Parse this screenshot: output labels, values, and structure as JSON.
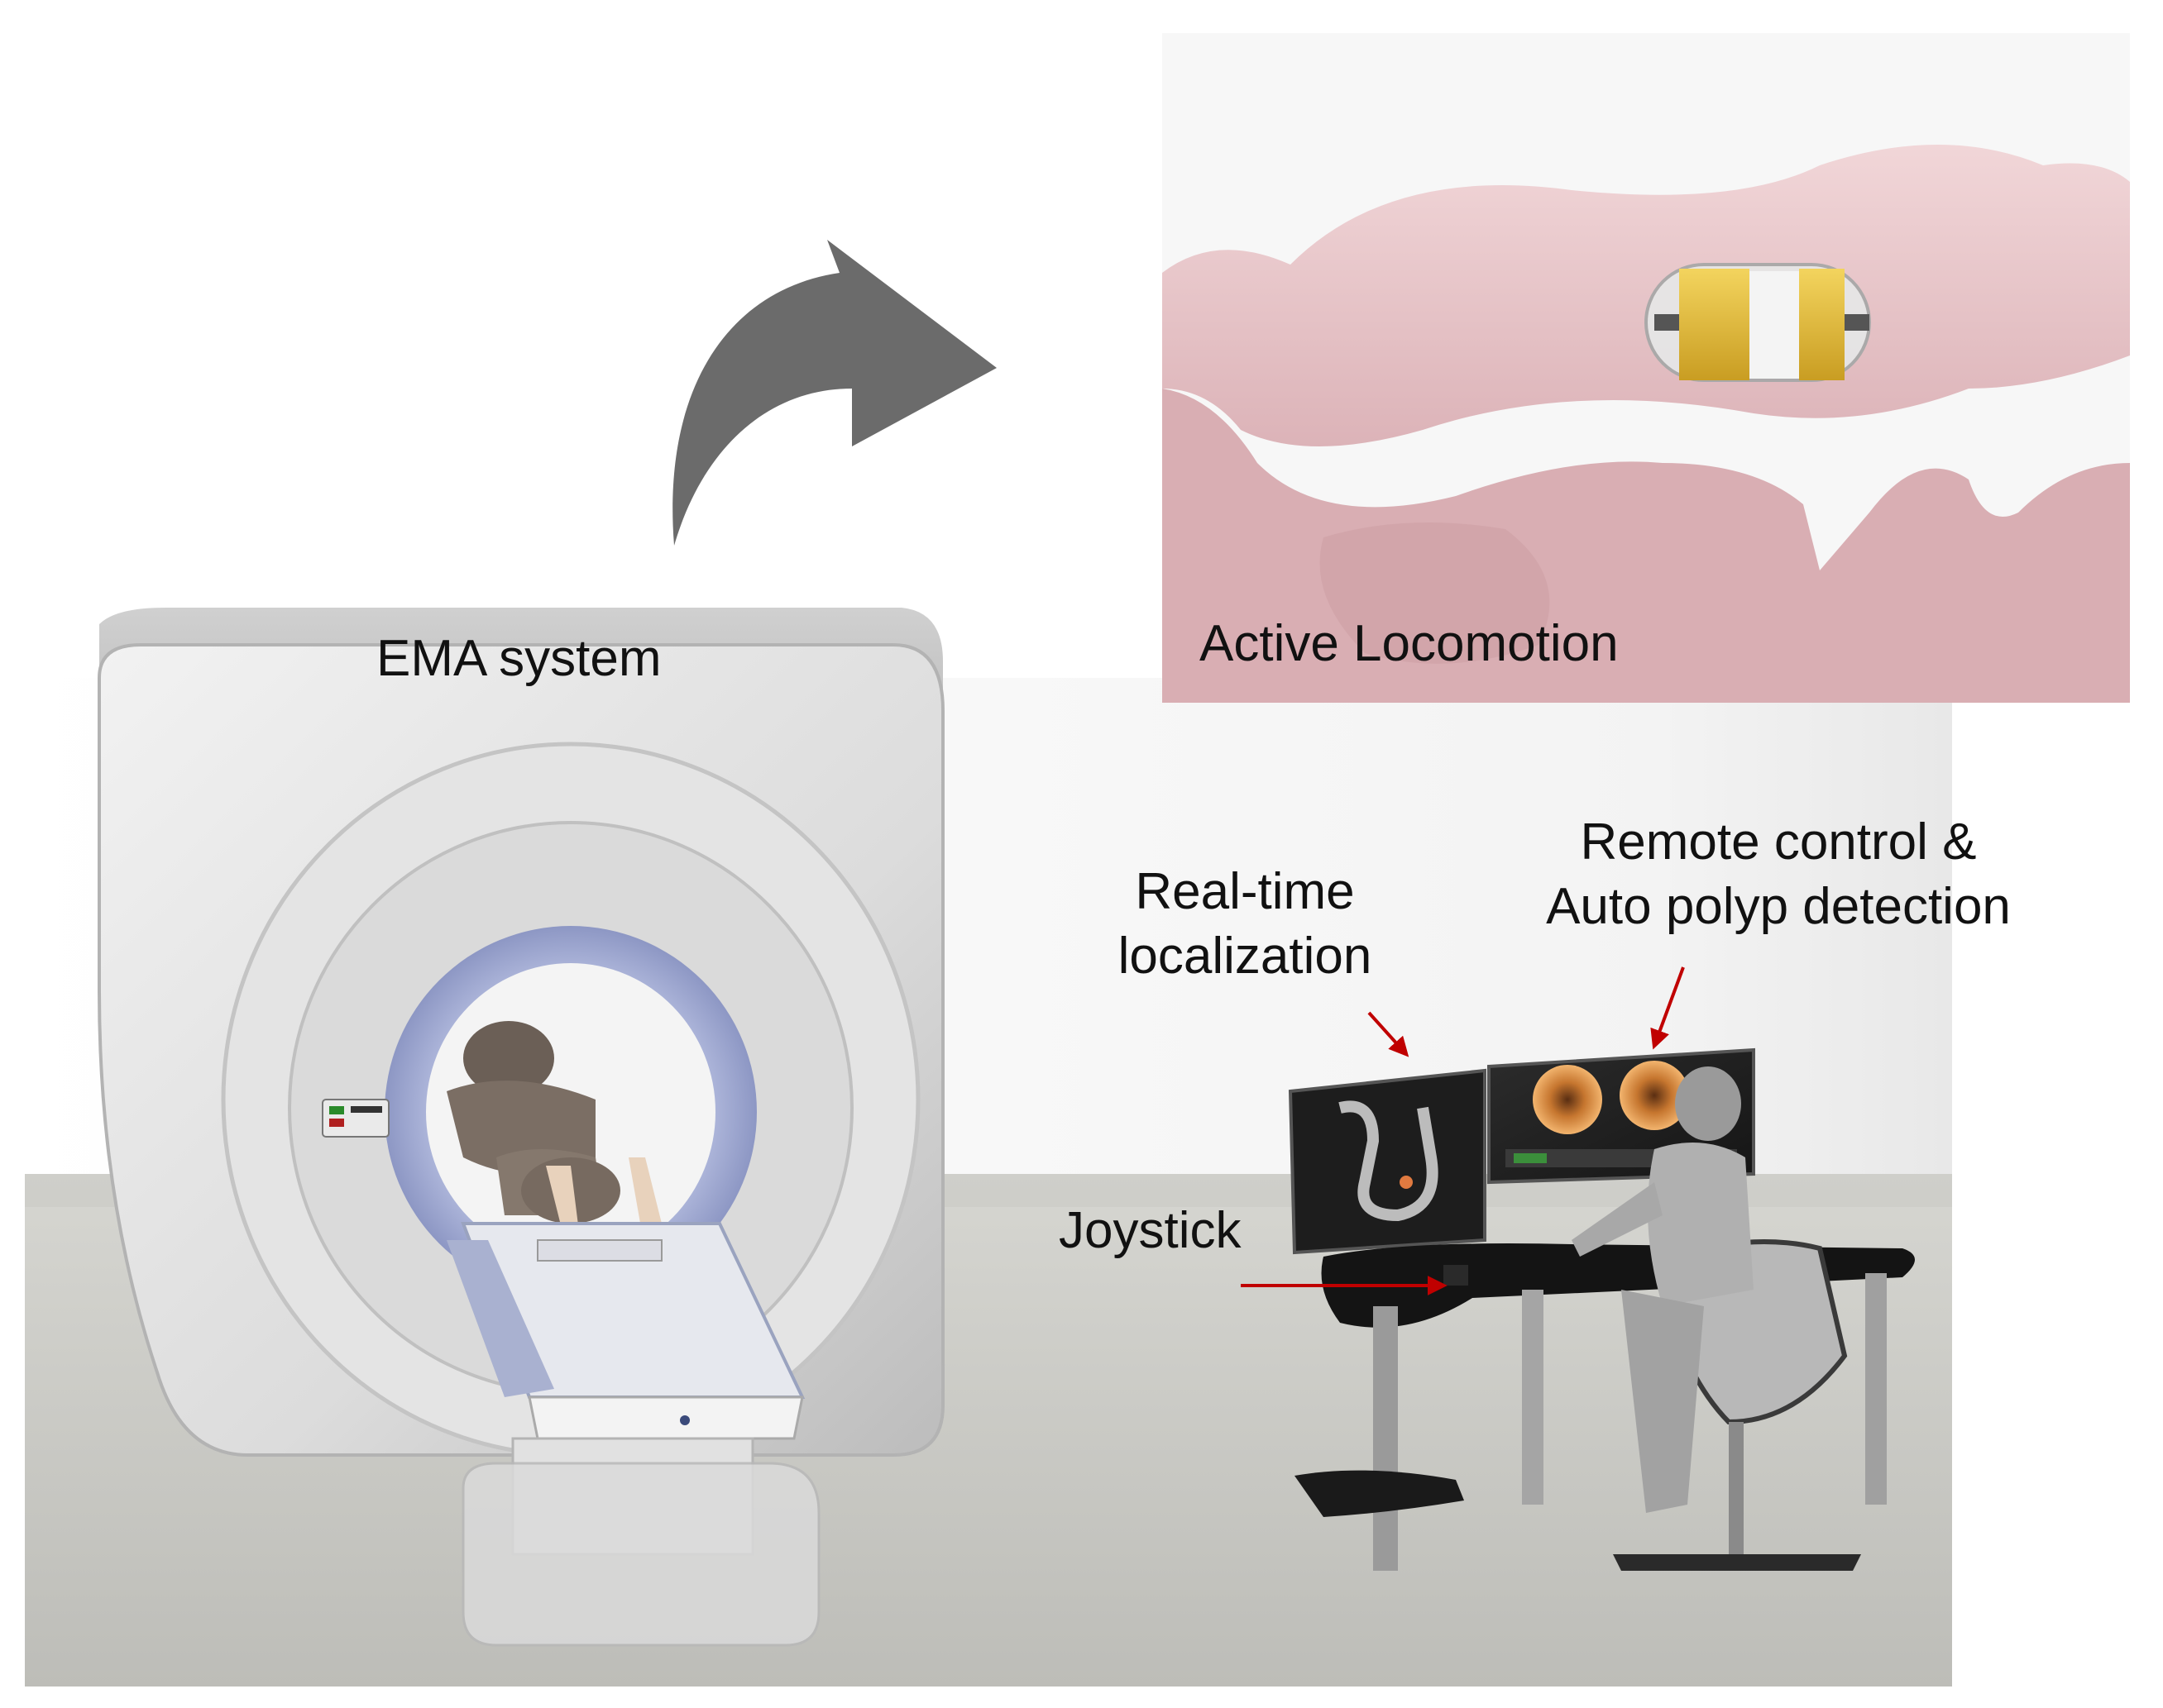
{
  "labels": {
    "ema_system": "EMA system",
    "active_locomotion": "Active Locomotion",
    "realtime_localization": [
      "Real-time",
      "localization"
    ],
    "remote_control": [
      "Remote control &",
      "Auto polyp detection"
    ],
    "joystick": "Joystick"
  },
  "colors": {
    "arrow_gray": "#6b6b6b",
    "annotation_red": "#c00000",
    "colon_pink": "#e8c4c8",
    "capsule_gold": "#e8c240",
    "bore_blue": "#9aa6cc",
    "floor_gray": "#cfcfca"
  }
}
